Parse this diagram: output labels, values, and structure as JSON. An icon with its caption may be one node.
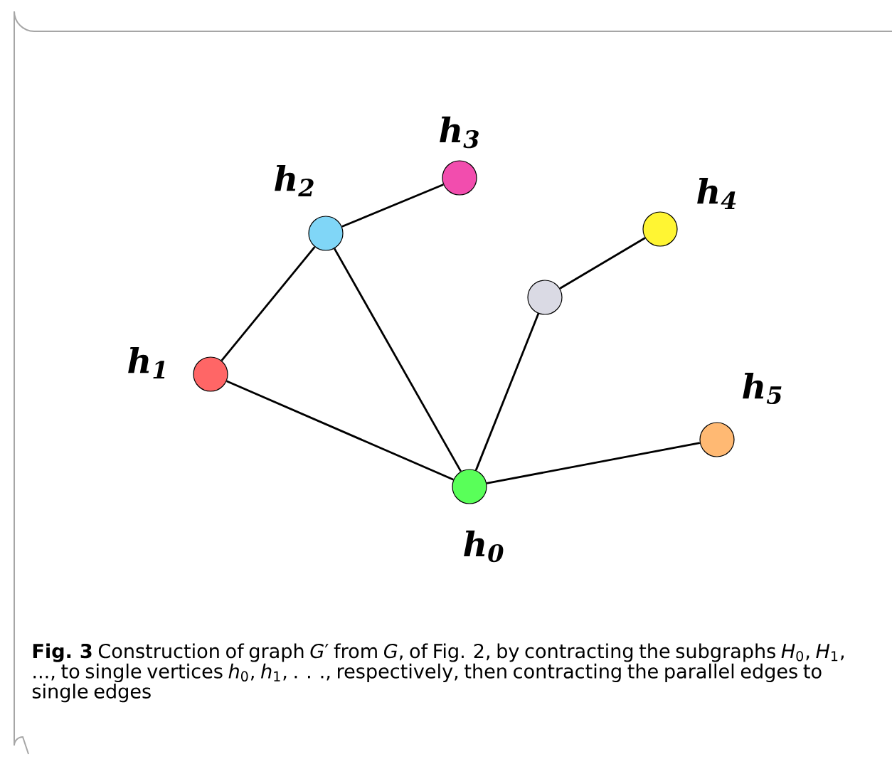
{
  "diagram": {
    "caption": "**Fig. 3** Construction of graph *G*′ from *G*, of Fig. 2, by contracting the subgraphs *H*$_{0}$, *H*$_{1}$, ..., to single vertices *h*$_{0}$, *h*$_{1}$, . . ., respectively, then contracting the parallel edges to single edges",
    "nodes": [
      {
        "text": [],
        "shape": "circle",
        "beside": [
          "h$_{3}$"
        ]
      },
      {
        "text": [],
        "shape": "circle",
        "beside": [
          "h$_{4}$"
        ]
      },
      {
        "text": [],
        "shape": "circle",
        "beside": [
          "h$_{2}$"
        ]
      },
      {
        "text": [],
        "shape": "circle"
      },
      {
        "text": [],
        "shape": "circle",
        "beside": [
          "h$_{1}$"
        ]
      },
      {
        "text": [],
        "shape": "circle",
        "beside": [
          "h$_{5}$"
        ]
      },
      {
        "text": [],
        "shape": "circle",
        "beside": [
          "h$_{0}$"
        ]
      }
    ],
    "edges": [
      {
        "from": 2,
        "to": 0,
        "arrow": "none"
      },
      {
        "from": 2,
        "to": 4,
        "arrow": "none"
      },
      {
        "from": 2,
        "to": 6,
        "arrow": "none"
      },
      {
        "from": 4,
        "to": 6,
        "arrow": "none"
      },
      {
        "from": 6,
        "to": 3,
        "arrow": "none"
      },
      {
        "from": 3,
        "to": 1,
        "arrow": "none"
      },
      {
        "from": 6,
        "to": 5,
        "arrow": "none"
      }
    ]
  }
}
